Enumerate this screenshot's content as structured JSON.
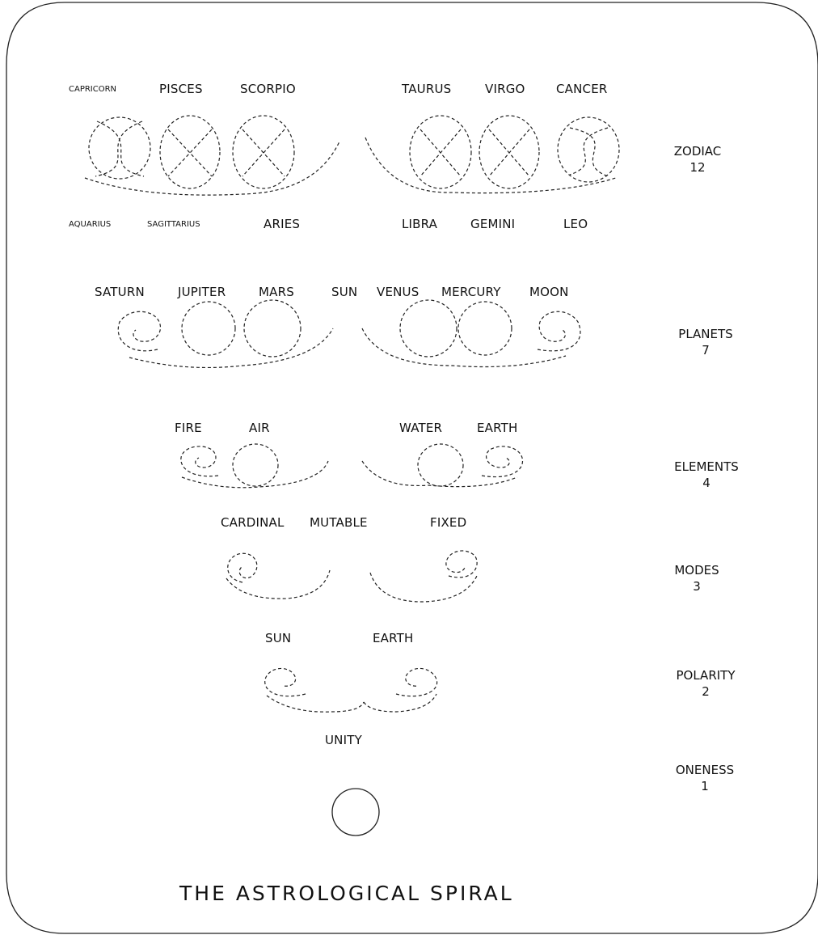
{
  "title": "THE ASTROLOGICAL SPIRAL",
  "levels": {
    "zodiac": {
      "category": "ZODIAC",
      "count": "12",
      "top": [
        "CAPRICORN",
        "PISCES",
        "SCORPIO",
        "TAURUS",
        "VIRGO",
        "CANCER"
      ],
      "bottom": [
        "AQUARIUS",
        "SAGITTARIUS",
        "ARIES",
        "LIBRA",
        "GEMINI",
        "LEO"
      ]
    },
    "planets": {
      "category": "PLANETS",
      "count": "7",
      "labels": [
        "SATURN",
        "JUPITER",
        "MARS",
        "SUN",
        "VENUS",
        "MERCURY",
        "MOON"
      ]
    },
    "elements": {
      "category": "ELEMENTS",
      "count": "4",
      "labels": [
        "FIRE",
        "AIR",
        "WATER",
        "EARTH"
      ]
    },
    "modes": {
      "category": "MODES",
      "count": "3",
      "labels": [
        "CARDINAL",
        "MUTABLE",
        "FIXED"
      ]
    },
    "polarity": {
      "category": "POLARITY",
      "count": "2",
      "labels": [
        "SUN",
        "EARTH"
      ]
    },
    "oneness": {
      "category": "ONENESS",
      "count": "1",
      "labels": [
        "UNITY"
      ]
    }
  }
}
